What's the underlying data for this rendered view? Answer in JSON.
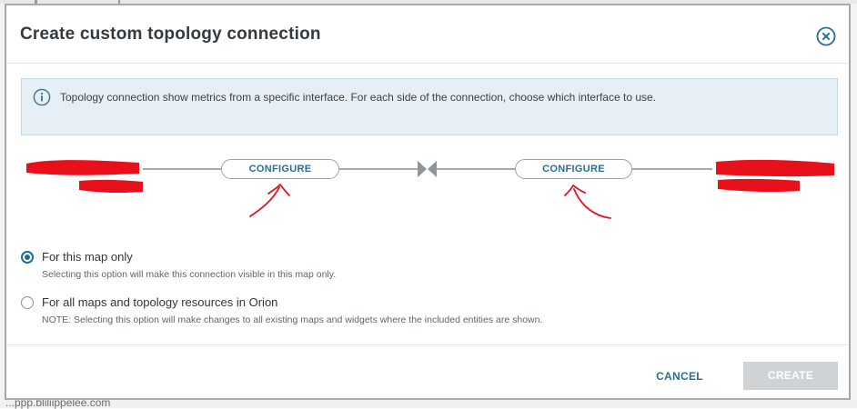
{
  "background": {
    "partial_text": "...ppp.bliliippelee.com"
  },
  "dialog": {
    "title": "Create custom topology connection",
    "close_icon": "close-circle-icon",
    "info": {
      "icon": "info-circle-icon",
      "text": "Topology connection show metrics from a specific interface. For each side of the connection, choose which interface to use."
    },
    "connection": {
      "left_configure_label": "CONFIGURE",
      "right_configure_label": "CONFIGURE",
      "redaction_color": "#e8101a",
      "annotation_color": "#e8101a",
      "line_color": "#a6aaad"
    },
    "options": [
      {
        "label": "For this map only",
        "description": "Selecting this option will make this connection visible in this map only.",
        "selected": true
      },
      {
        "label": "For all maps and topology resources in Orion",
        "description": "NOTE: Selecting this option will make changes to all existing maps and widgets where the included entities are shown.",
        "selected": false
      }
    ],
    "footer": {
      "cancel_label": "CANCEL",
      "create_label": "CREATE",
      "create_enabled": false
    },
    "colors": {
      "accent": "#2b6e8f",
      "info_bg": "#e5eff5",
      "disabled_button": "#cfd3d6"
    }
  }
}
